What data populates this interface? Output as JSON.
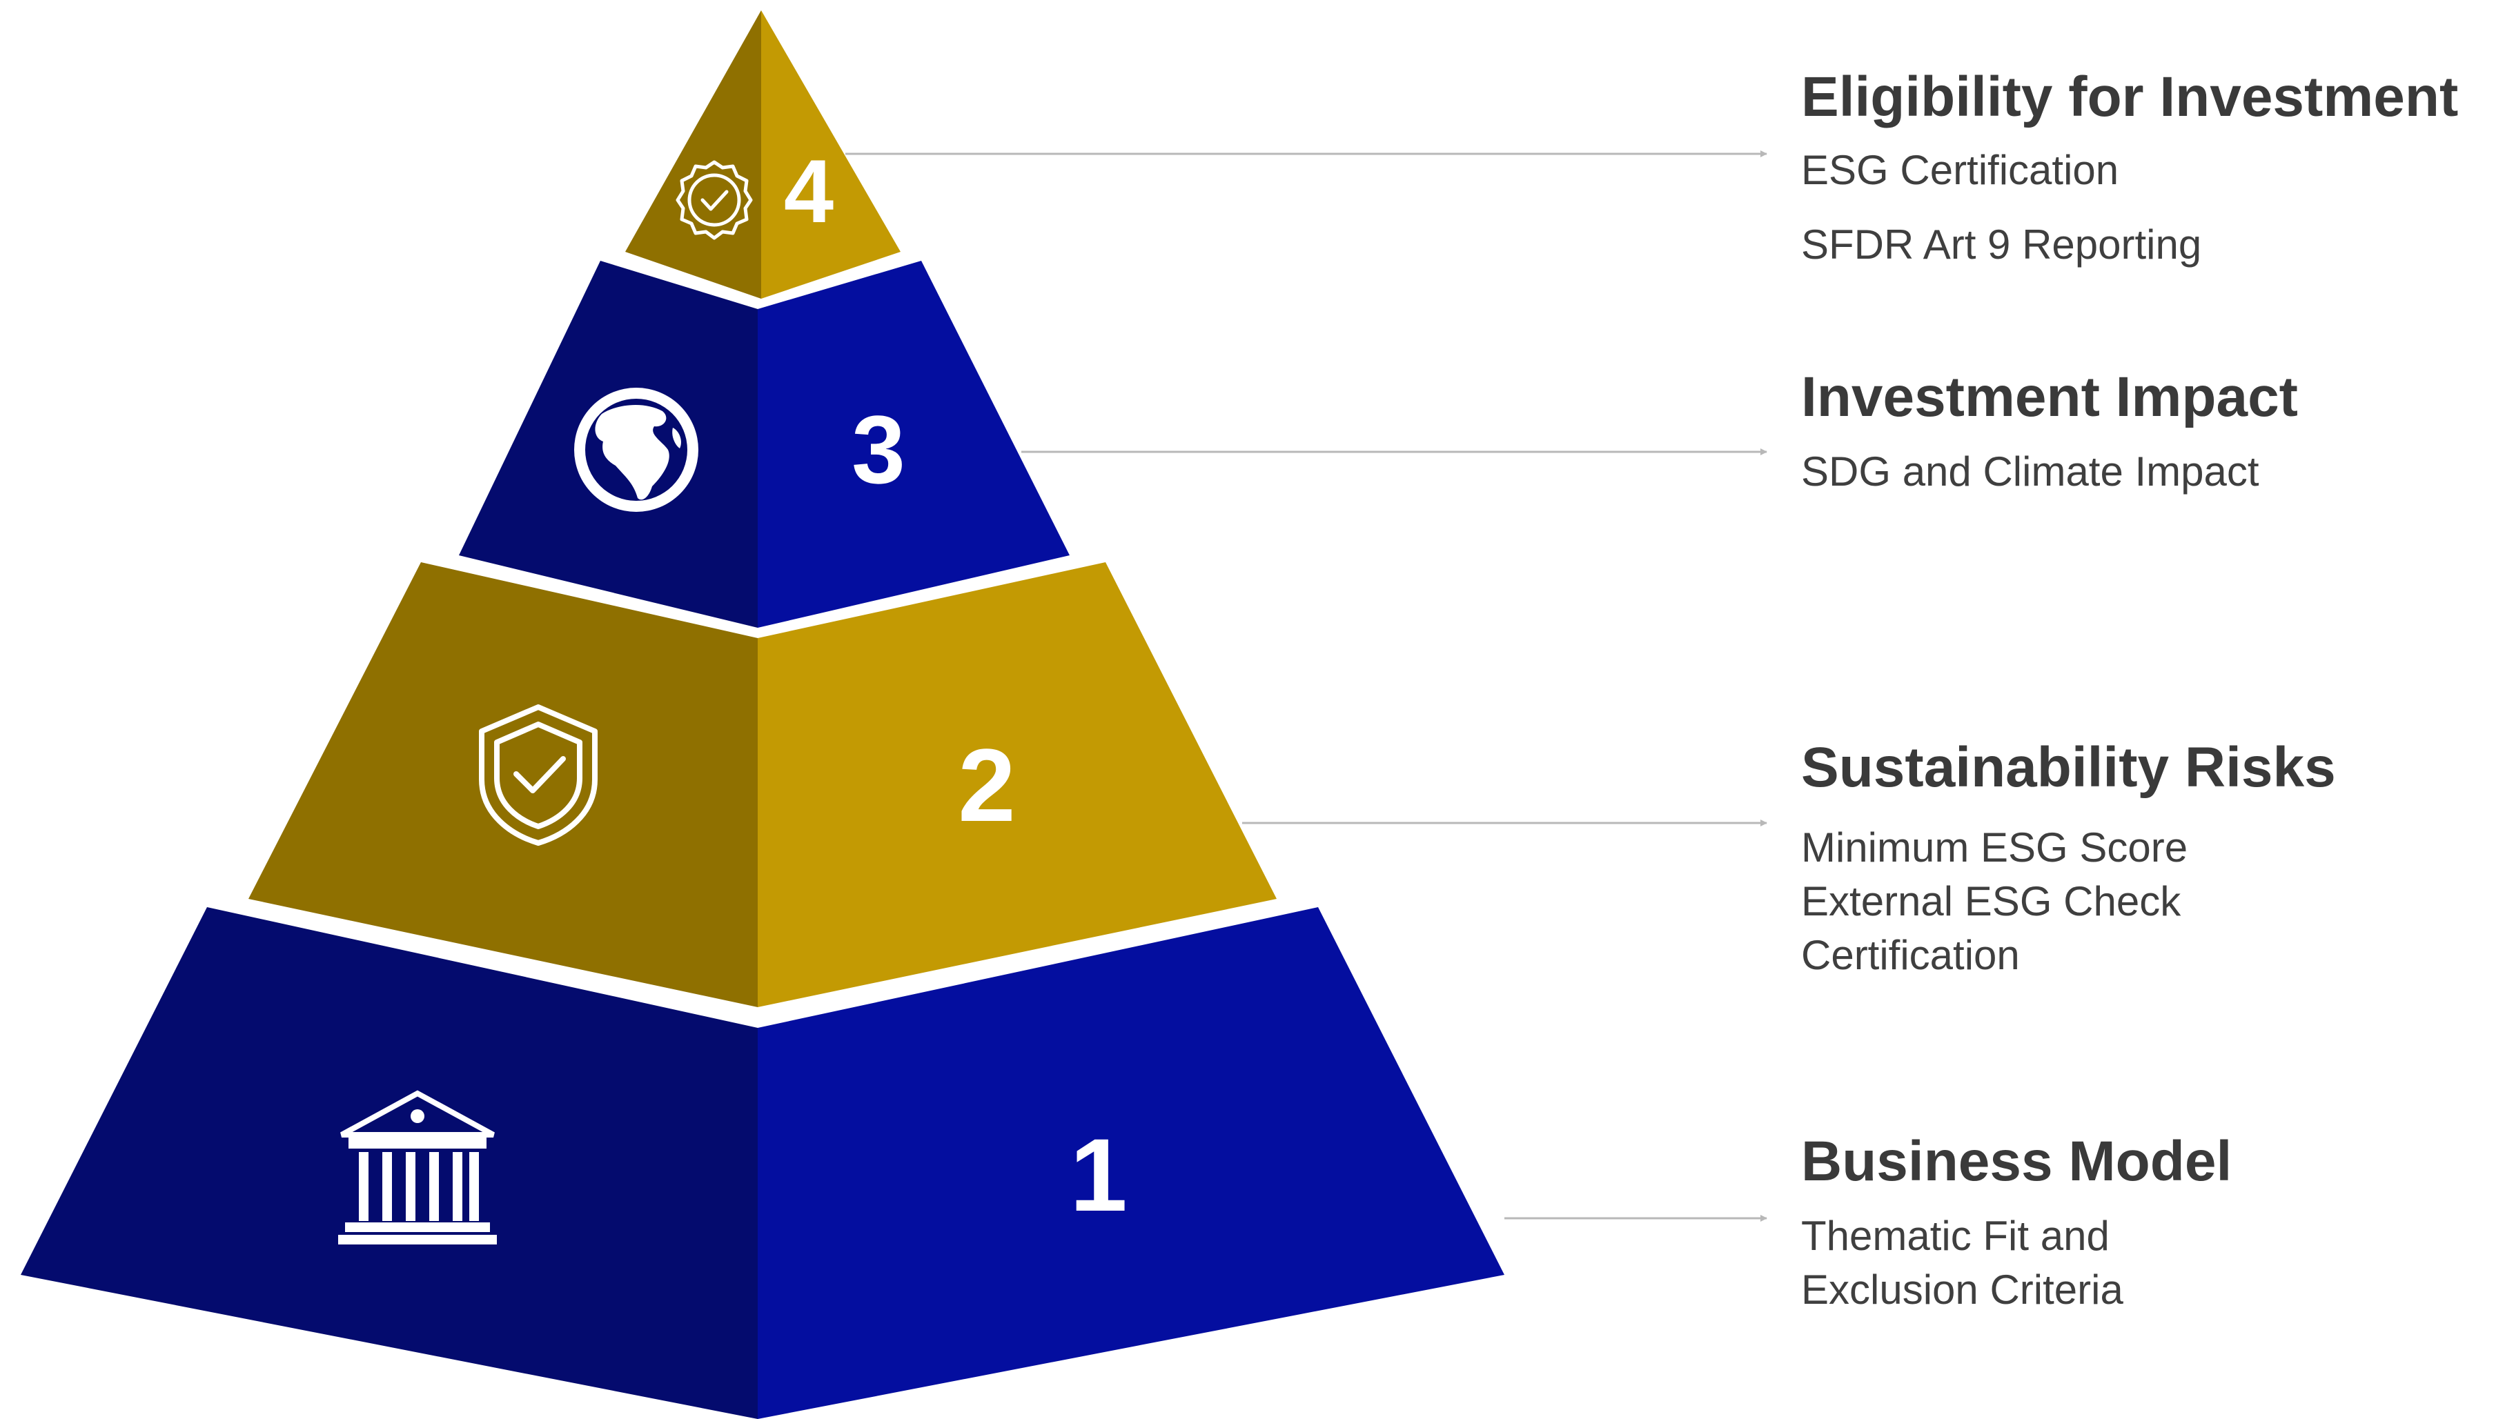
{
  "colors": {
    "gold_light": "#C39A03",
    "gold_dark": "#8F7000",
    "blue_light": "#040E9F",
    "blue_dark": "#040B6E",
    "arrow": "#b8b8b8",
    "text": "#3a3a3a"
  },
  "tiers": [
    {
      "number": "1",
      "icon": "bank-icon",
      "title": "Business Model",
      "lines": [
        "Thematic Fit and",
        "Exclusion Criteria"
      ]
    },
    {
      "number": "2",
      "icon": "shield-check-icon",
      "title": "Sustainability Risks",
      "lines": [
        "Minimum ESG Score",
        "External ESG Check",
        "Certification"
      ]
    },
    {
      "number": "3",
      "icon": "globe-icon",
      "title": "Investment Impact",
      "lines": [
        "SDG and Climate Impact"
      ]
    },
    {
      "number": "4",
      "icon": "badge-check-icon",
      "title": "Eligibility for Investment",
      "lines": [
        "ESG Certification",
        "SFDR Art 9 Reporting"
      ]
    }
  ]
}
